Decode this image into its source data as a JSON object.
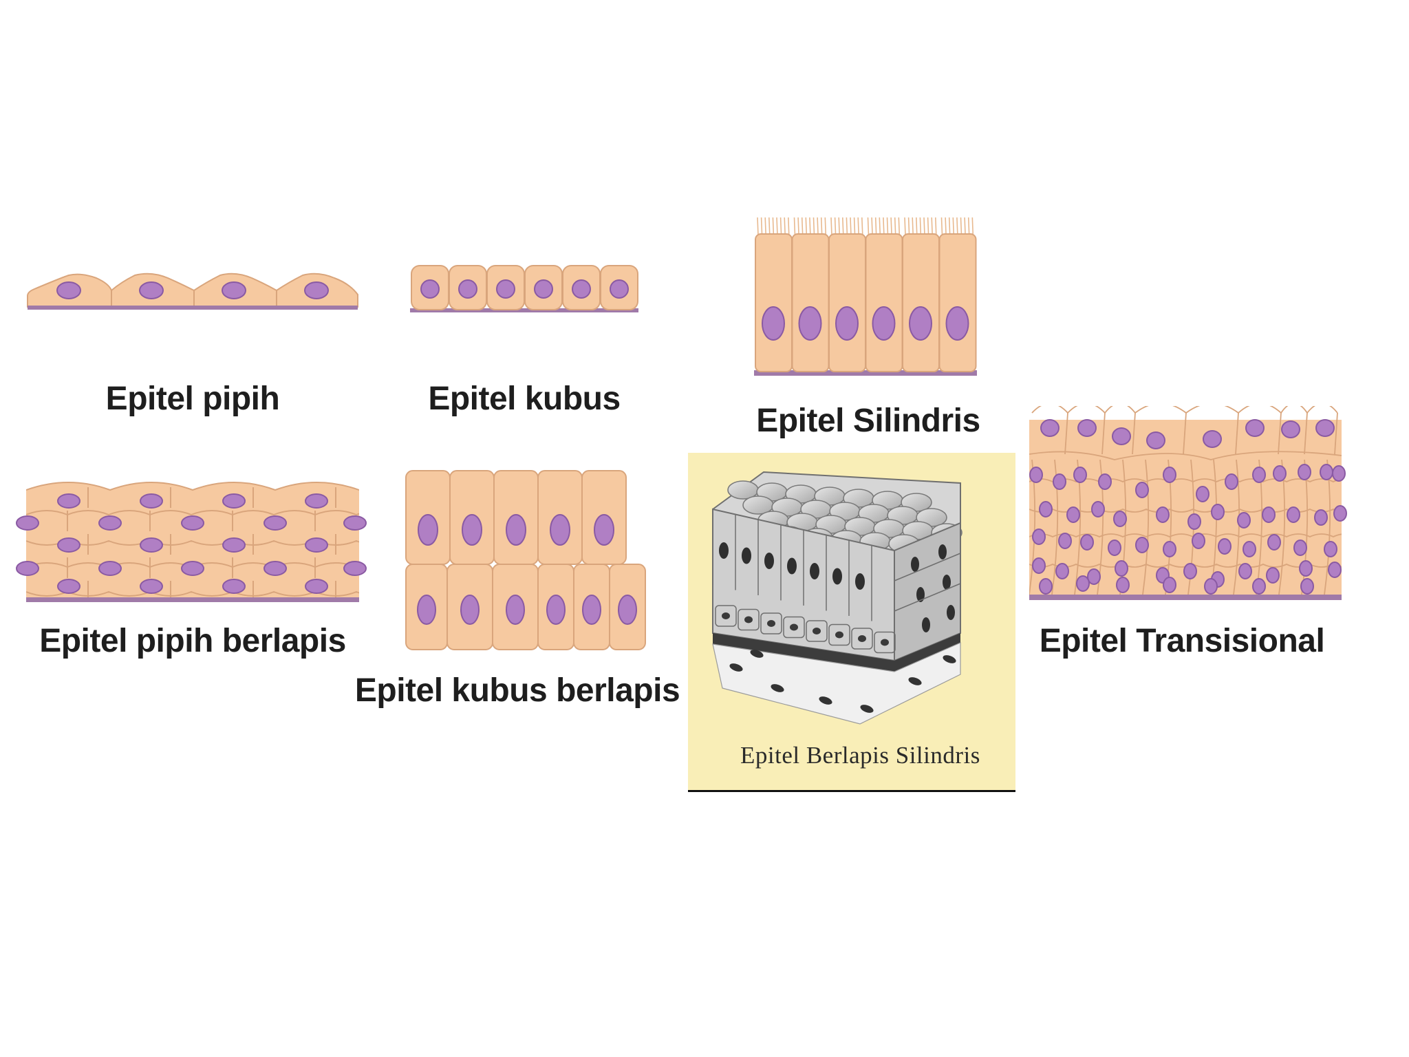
{
  "labels": {
    "simple_squamous": "Epitel pipih",
    "simple_cuboidal": "Epitel kubus",
    "simple_columnar": "Epitel Silindris",
    "stratified_squamous": "Epitel pipih berlapis",
    "stratified_cuboidal": "Epitel kubus berlapis",
    "stratified_columnar": "Epitel Berlapis Silindris",
    "transitional": "Epitel Transisional"
  },
  "colors": {
    "cell_fill": "#f6c9a0",
    "cell_border": "#d9a57c",
    "nucleus": "#b07fc4",
    "nucleus_border": "#8a5aa3",
    "basement": "#a07aa8",
    "panel_bg": "#f9eeb7",
    "gray_cell": "#c8c8c8",
    "gray_border": "#6f6f6f"
  }
}
